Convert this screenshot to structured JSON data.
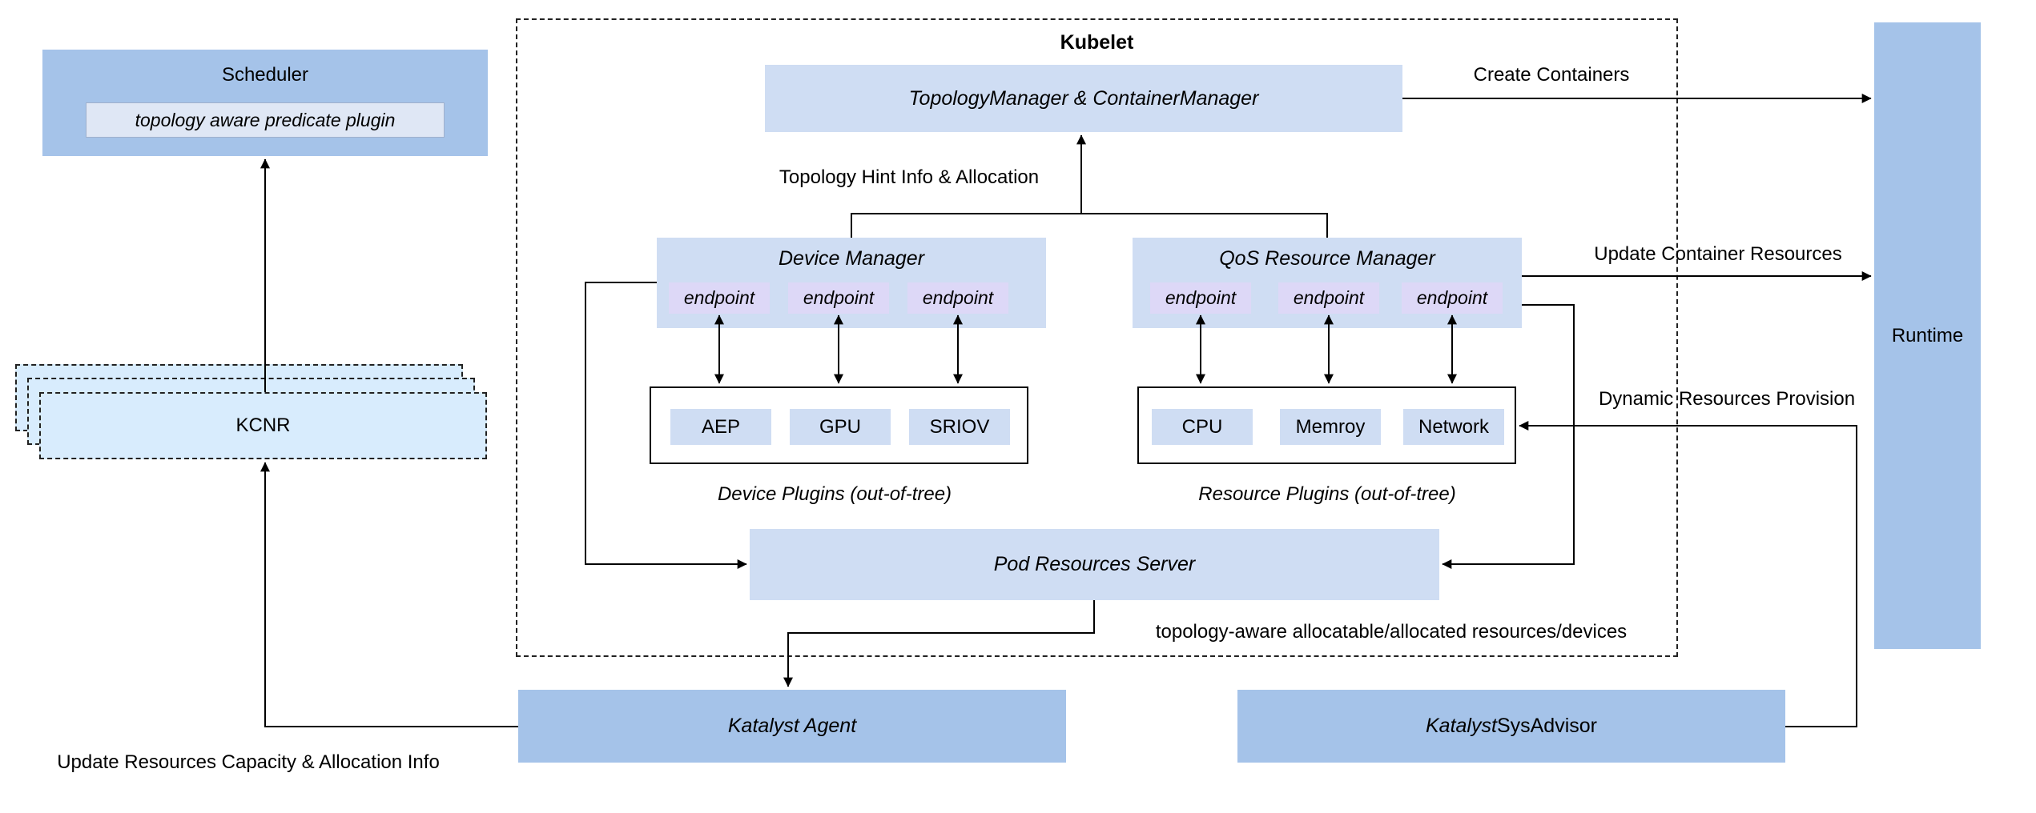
{
  "scheduler": {
    "title": "Scheduler",
    "plugin_label": "topology aware predicate plugin"
  },
  "kcnr": {
    "label": "KCNR"
  },
  "kubelet": {
    "title": "Kubelet",
    "topology_manager_label": "TopologyManager & ContainerManager",
    "topology_hint_label": "Topology Hint Info & Allocation",
    "device_manager": {
      "title": "Device Manager",
      "endpoints": [
        "endpoint",
        "endpoint",
        "endpoint"
      ]
    },
    "qos_resource_manager": {
      "title": "QoS Resource Manager",
      "endpoints": [
        "endpoint",
        "endpoint",
        "endpoint"
      ]
    },
    "device_plugins": {
      "items": [
        "AEP",
        "GPU",
        "SRIOV"
      ],
      "caption": "Device Plugins (out-of-tree)"
    },
    "resource_plugins": {
      "items": [
        "CPU",
        "Memroy",
        "Network"
      ],
      "caption": "Resource Plugins (out-of-tree)"
    },
    "pod_resources_server_label": "Pod Resources Server",
    "bottom_note": "topology-aware allocatable/allocated resources/devices"
  },
  "runtime": {
    "label": "Runtime"
  },
  "katalyst_agent": {
    "label": "Katalyst Agent"
  },
  "katalyst_sysadvisor": {
    "label_italic": "Katalyst",
    "label_rest": " SysAdvisor"
  },
  "edge_labels": {
    "create_containers": "Create Containers",
    "update_container_resources": "Update Container Resources",
    "dynamic_resources_provision": "Dynamic Resources Provision",
    "update_resources_capacity": "Update Resources Capacity & Allocation Info"
  },
  "colors": {
    "primary_box": "#a5c3e9",
    "light_box": "#cfddf3",
    "kcnr_box": "#d8ecfd",
    "endpoint_box": "#ddd8f7",
    "scheduler_inner": "#dfe7f5",
    "line": "#000000"
  }
}
